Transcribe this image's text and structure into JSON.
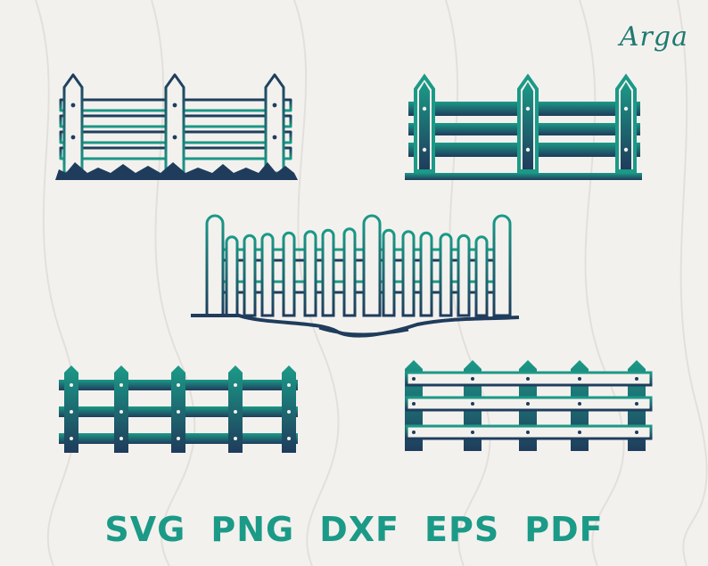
{
  "brand": {
    "name": "Arga"
  },
  "colors": {
    "teal": "#1b9a87",
    "navy": "#1f3c5c",
    "background": "#f3f1ee"
  },
  "formats": [
    "SVG",
    "PNG",
    "DXF",
    "EPS",
    "PDF"
  ],
  "illustrations": [
    {
      "name": "wooden-fence-with-grass"
    },
    {
      "name": "plank-fence-with-bolts"
    },
    {
      "name": "picket-fence-on-ground"
    },
    {
      "name": "rail-fence-short"
    },
    {
      "name": "rail-fence-wide"
    }
  ]
}
